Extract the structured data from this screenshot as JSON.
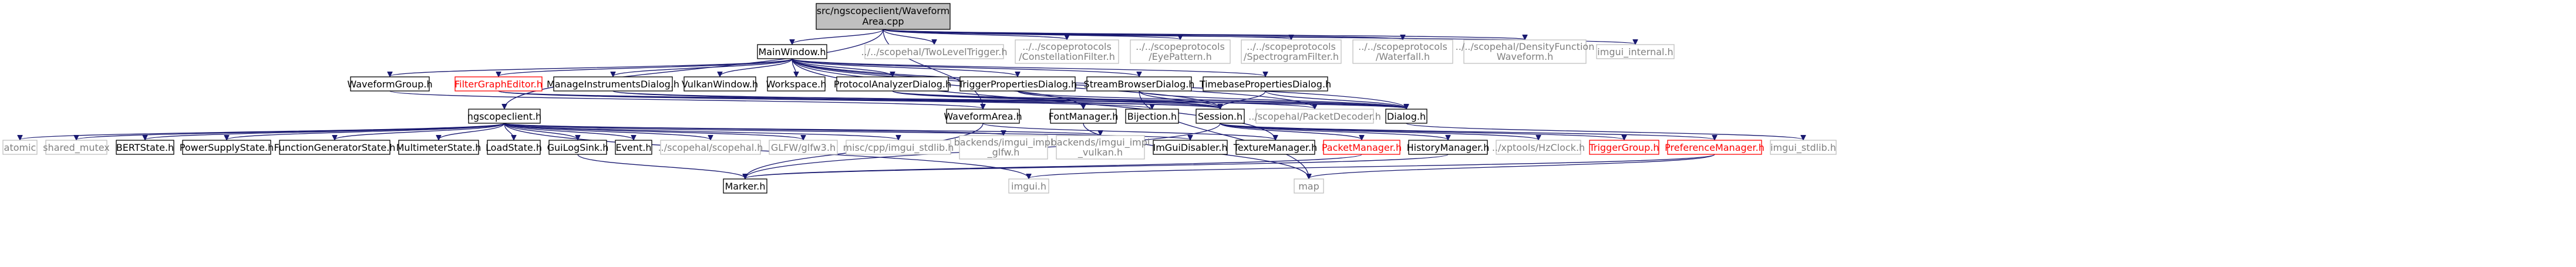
{
  "diagram": {
    "nodes": [
      {
        "id": "root",
        "lines": [
          "src/ngscopeclient/Waveform",
          "Area.cpp"
        ],
        "style": "root"
      },
      {
        "id": "mainwindow",
        "lines": [
          "MainWindow.h"
        ],
        "style": "box"
      },
      {
        "id": "twolevel",
        "lines": [
          "../../scopehal/TwoLevelTrigger.h"
        ],
        "style": "grey"
      },
      {
        "id": "constellation",
        "lines": [
          "../../scopeprotocols",
          "/ConstellationFilter.h"
        ],
        "style": "grey"
      },
      {
        "id": "eyepattern",
        "lines": [
          "../../scopeprotocols",
          "/EyePattern.h"
        ],
        "style": "grey"
      },
      {
        "id": "spectrogram",
        "lines": [
          "../../scopeprotocols",
          "/SpectrogramFilter.h"
        ],
        "style": "grey"
      },
      {
        "id": "waterfall",
        "lines": [
          "../../scopeprotocols",
          "/Waterfall.h"
        ],
        "style": "grey"
      },
      {
        "id": "densityfn",
        "lines": [
          "../../scopehal/DensityFunction",
          "Waveform.h"
        ],
        "style": "grey"
      },
      {
        "id": "imguiinternal",
        "lines": [
          "imgui_internal.h"
        ],
        "style": "grey"
      },
      {
        "id": "waveformgroup",
        "lines": [
          "WaveformGroup.h"
        ],
        "style": "box"
      },
      {
        "id": "filtergraph",
        "lines": [
          "FilterGraphEditor.h"
        ],
        "style": "red"
      },
      {
        "id": "manageinstr",
        "lines": [
          "ManageInstrumentsDialog.h"
        ],
        "style": "box"
      },
      {
        "id": "vulkanwindow",
        "lines": [
          "VulkanWindow.h"
        ],
        "style": "box"
      },
      {
        "id": "workspace",
        "lines": [
          "Workspace.h"
        ],
        "style": "box"
      },
      {
        "id": "protocolanalyzer",
        "lines": [
          "ProtocolAnalyzerDialog.h"
        ],
        "style": "box"
      },
      {
        "id": "triggerprops",
        "lines": [
          "TriggerPropertiesDialog.h"
        ],
        "style": "box"
      },
      {
        "id": "streambrowser",
        "lines": [
          "StreamBrowserDialog.h"
        ],
        "style": "box"
      },
      {
        "id": "timebaseprops",
        "lines": [
          "TimebasePropertiesDialog.h"
        ],
        "style": "box"
      },
      {
        "id": "ngscopeclient",
        "lines": [
          "ngscopeclient.h"
        ],
        "style": "box"
      },
      {
        "id": "waveformarea",
        "lines": [
          "WaveformArea.h"
        ],
        "style": "box"
      },
      {
        "id": "fontmanager",
        "lines": [
          "FontManager.h"
        ],
        "style": "box"
      },
      {
        "id": "bijection",
        "lines": [
          "Bijection.h"
        ],
        "style": "box"
      },
      {
        "id": "session",
        "lines": [
          "Session.h"
        ],
        "style": "box"
      },
      {
        "id": "packetdecoder",
        "lines": [
          "../scopehal/PacketDecoder.h"
        ],
        "style": "grey"
      },
      {
        "id": "dialog",
        "lines": [
          "Dialog.h"
        ],
        "style": "box"
      },
      {
        "id": "atomic",
        "lines": [
          "atomic"
        ],
        "style": "grey"
      },
      {
        "id": "sharedmutex",
        "lines": [
          "shared_mutex"
        ],
        "style": "grey"
      },
      {
        "id": "bertstate",
        "lines": [
          "BERTState.h"
        ],
        "style": "box"
      },
      {
        "id": "powersupplystate",
        "lines": [
          "PowerSupplyState.h"
        ],
        "style": "box"
      },
      {
        "id": "funcgenstate",
        "lines": [
          "FunctionGeneratorState.h"
        ],
        "style": "box"
      },
      {
        "id": "multimeterstate",
        "lines": [
          "MultimeterState.h"
        ],
        "style": "box"
      },
      {
        "id": "loadstate",
        "lines": [
          "LoadState.h"
        ],
        "style": "box"
      },
      {
        "id": "guilogsink",
        "lines": [
          "GuiLogSink.h"
        ],
        "style": "box"
      },
      {
        "id": "eventh",
        "lines": [
          "Event.h"
        ],
        "style": "box"
      },
      {
        "id": "scopehalh",
        "lines": [
          "../scopehal/scopehal.h"
        ],
        "style": "grey"
      },
      {
        "id": "glfw3",
        "lines": [
          "GLFW/glfw3.h"
        ],
        "style": "grey"
      },
      {
        "id": "imguistdlibmisc",
        "lines": [
          "misc/cpp/imgui_stdlib.h"
        ],
        "style": "grey"
      },
      {
        "id": "imguiglfw",
        "lines": [
          "backends/imgui_impl",
          "_glfw.h"
        ],
        "style": "grey"
      },
      {
        "id": "imguivulkan",
        "lines": [
          "backends/imgui_impl",
          "_vulkan.h"
        ],
        "style": "grey"
      },
      {
        "id": "imguidisabler",
        "lines": [
          "ImGuiDisabler.h"
        ],
        "style": "box"
      },
      {
        "id": "texturemanager",
        "lines": [
          "TextureManager.h"
        ],
        "style": "box"
      },
      {
        "id": "packetmanager",
        "lines": [
          "PacketManager.h"
        ],
        "style": "red"
      },
      {
        "id": "historymanager",
        "lines": [
          "HistoryManager.h"
        ],
        "style": "box"
      },
      {
        "id": "hzclock",
        "lines": [
          "../xptools/HzClock.h"
        ],
        "style": "grey"
      },
      {
        "id": "triggergroup",
        "lines": [
          "TriggerGroup.h"
        ],
        "style": "red"
      },
      {
        "id": "prefmanager",
        "lines": [
          "PreferenceManager.h"
        ],
        "style": "red"
      },
      {
        "id": "imguistdlib",
        "lines": [
          "imgui_stdlib.h"
        ],
        "style": "grey"
      },
      {
        "id": "marker",
        "lines": [
          "Marker.h"
        ],
        "style": "box"
      },
      {
        "id": "imguih",
        "lines": [
          "imgui.h"
        ],
        "style": "grey"
      },
      {
        "id": "map",
        "lines": [
          "map"
        ],
        "style": "grey"
      }
    ],
    "edges": [
      [
        "root",
        "mainwindow"
      ],
      [
        "root",
        "twolevel"
      ],
      [
        "root",
        "constellation"
      ],
      [
        "root",
        "eyepattern"
      ],
      [
        "root",
        "spectrogram"
      ],
      [
        "root",
        "waterfall"
      ],
      [
        "root",
        "densityfn"
      ],
      [
        "root",
        "imguiinternal"
      ],
      [
        "root",
        "ngscopeclient"
      ],
      [
        "root",
        "waveformarea"
      ],
      [
        "mainwindow",
        "waveformgroup"
      ],
      [
        "mainwindow",
        "filtergraph"
      ],
      [
        "mainwindow",
        "manageinstr"
      ],
      [
        "mainwindow",
        "vulkanwindow"
      ],
      [
        "mainwindow",
        "workspace"
      ],
      [
        "mainwindow",
        "protocolanalyzer"
      ],
      [
        "mainwindow",
        "triggerprops"
      ],
      [
        "mainwindow",
        "streambrowser"
      ],
      [
        "mainwindow",
        "timebaseprops"
      ],
      [
        "mainwindow",
        "fontmanager"
      ],
      [
        "mainwindow",
        "session"
      ],
      [
        "mainwindow",
        "packetdecoder"
      ],
      [
        "mainwindow",
        "dialog"
      ],
      [
        "mainwindow",
        "texturemanager"
      ],
      [
        "waveformgroup",
        "waveformarea"
      ],
      [
        "filtergraph",
        "bijection"
      ],
      [
        "filtergraph",
        "session"
      ],
      [
        "filtergraph",
        "dialog"
      ],
      [
        "manageinstr",
        "session"
      ],
      [
        "manageinstr",
        "dialog"
      ],
      [
        "protocolanalyzer",
        "session"
      ],
      [
        "protocolanalyzer",
        "packetdecoder"
      ],
      [
        "protocolanalyzer",
        "dialog"
      ],
      [
        "triggerprops",
        "session"
      ],
      [
        "triggerprops",
        "dialog"
      ],
      [
        "streambrowser",
        "session"
      ],
      [
        "streambrowser",
        "dialog"
      ],
      [
        "streambrowser",
        "map"
      ],
      [
        "timebaseprops",
        "dialog"
      ],
      [
        "timebaseprops",
        "session"
      ],
      [
        "ngscopeclient",
        "atomic"
      ],
      [
        "ngscopeclient",
        "sharedmutex"
      ],
      [
        "ngscopeclient",
        "bertstate"
      ],
      [
        "ngscopeclient",
        "powersupplystate"
      ],
      [
        "ngscopeclient",
        "funcgenstate"
      ],
      [
        "ngscopeclient",
        "multimeterstate"
      ],
      [
        "ngscopeclient",
        "loadstate"
      ],
      [
        "ngscopeclient",
        "guilogsink"
      ],
      [
        "ngscopeclient",
        "eventh"
      ],
      [
        "ngscopeclient",
        "scopehalh"
      ],
      [
        "ngscopeclient",
        "glfw3"
      ],
      [
        "ngscopeclient",
        "imguistdlibmisc"
      ],
      [
        "ngscopeclient",
        "imguiglfw"
      ],
      [
        "ngscopeclient",
        "imguivulkan"
      ],
      [
        "ngscopeclient",
        "imguidisabler"
      ],
      [
        "ngscopeclient",
        "imguih"
      ],
      [
        "waveformarea",
        "texturemanager"
      ],
      [
        "waveformarea",
        "marker"
      ],
      [
        "fontmanager",
        "map"
      ],
      [
        "session",
        "packetmanager"
      ],
      [
        "session",
        "historymanager"
      ],
      [
        "session",
        "hzclock"
      ],
      [
        "session",
        "triggergroup"
      ],
      [
        "session",
        "prefmanager"
      ],
      [
        "session",
        "marker"
      ],
      [
        "dialog",
        "imguistdlib"
      ],
      [
        "guilogsink",
        "marker"
      ],
      [
        "packetmanager",
        "marker"
      ],
      [
        "historymanager",
        "marker"
      ],
      [
        "prefmanager",
        "imguih"
      ],
      [
        "prefmanager",
        "map"
      ]
    ]
  }
}
